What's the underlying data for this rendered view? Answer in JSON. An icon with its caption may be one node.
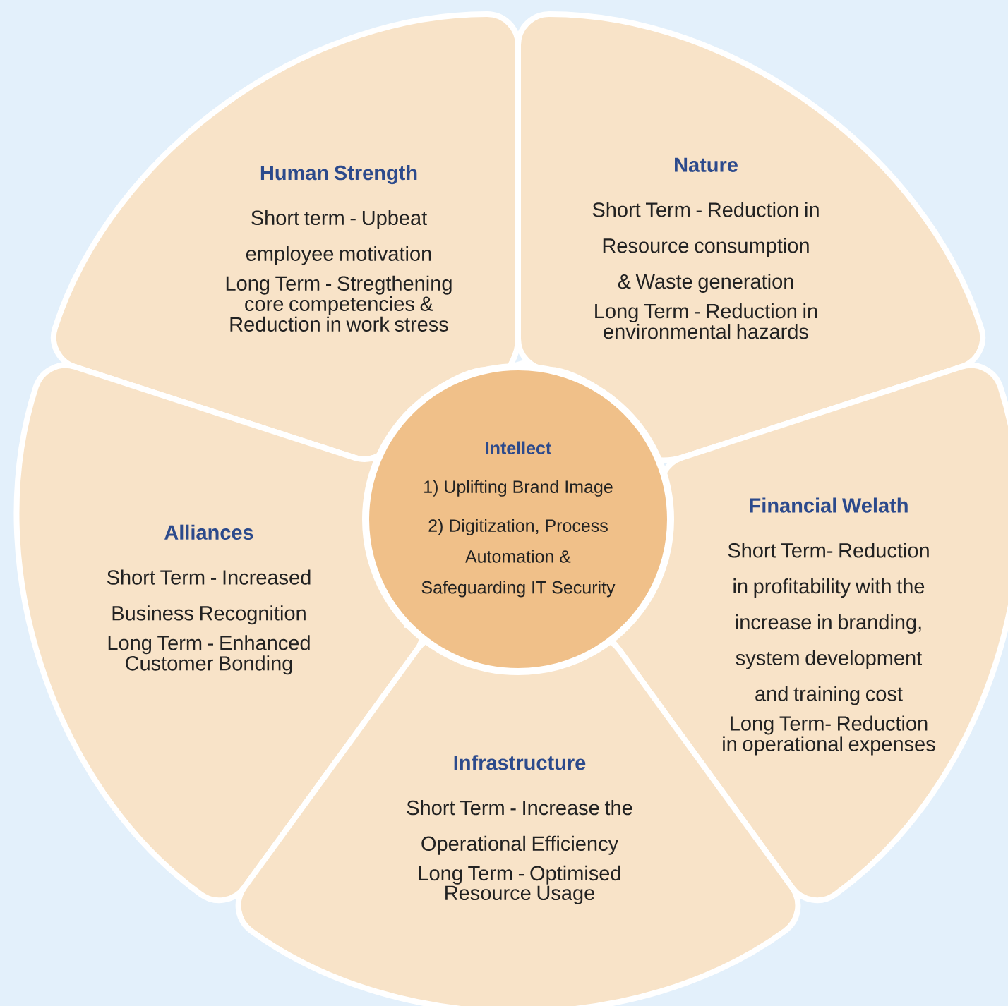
{
  "diagram": {
    "nodes": [
      {
        "text": [
          "Human Strength",
          "Short term - Upbeat employee motivation",
          "Long Term - Stregthening core competencies & Reduction in work stress"
        ]
      },
      {
        "text": [
          "Nature",
          "Short Term - Reduction in Resource consumption & Waste generation",
          "Long Term - Reduction in environmental hazards"
        ]
      },
      {
        "text": [
          "Intellect",
          "1) Uplifting Brand Image",
          "2) Digitization, Process Automation & Safeguarding IT Security"
        ]
      },
      {
        "text": [
          "Financial Welath",
          "Short Term- Reduction in profitability with the increase in branding, system development and training cost",
          "Long Term- Reduction in operational expenses"
        ]
      },
      {
        "text": [
          "Alliances",
          "Short Term - Increased Business Recognition",
          "Long Term - Enhanced Customer Bonding"
        ]
      },
      {
        "text": [
          "Infrastructure",
          "Short Term - Increase the Operational Efficiency",
          "Long Term - Optimised Resource Usage"
        ]
      }
    ]
  }
}
